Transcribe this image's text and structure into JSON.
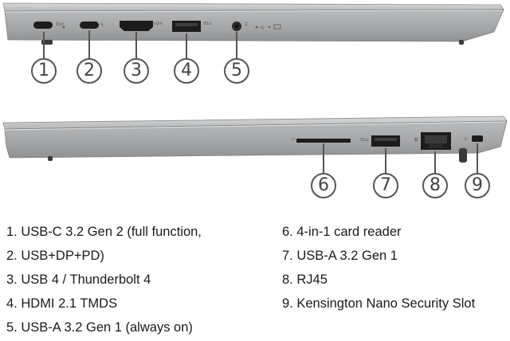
{
  "top_view": {
    "callouts": [
      "1",
      "2",
      "3",
      "4",
      "5"
    ],
    "port_labels": {
      "hdmi": "HDMI"
    }
  },
  "bottom_view": {
    "callouts": [
      "6",
      "7",
      "8",
      "9"
    ]
  },
  "legend": {
    "left": [
      {
        "num": "1.",
        "text": "USB-C 3.2 Gen 2 (full function,"
      },
      {
        "num": "2.",
        "text": "USB+DP+PD)"
      },
      {
        "num": "3.",
        "text": "USB 4 / Thunderbolt 4"
      },
      {
        "num": "4.",
        "text": "HDMI 2.1 TMDS"
      },
      {
        "num": "5.",
        "text": "USB-A 3.2 Gen 1 (always on)"
      }
    ],
    "right": [
      {
        "num": "6.",
        "text": "4-in-1 card reader"
      },
      {
        "num": "7.",
        "text": "USB-A 3.2 Gen 1"
      },
      {
        "num": "8.",
        "text": "RJ45"
      },
      {
        "num": "9.",
        "text": "Kensington Nano Security Slot"
      }
    ]
  },
  "colors": {
    "chassis": "#a9abad",
    "chassis_dark": "#8e9092",
    "port": "#1c1c1c",
    "callout_border": "#555555"
  }
}
